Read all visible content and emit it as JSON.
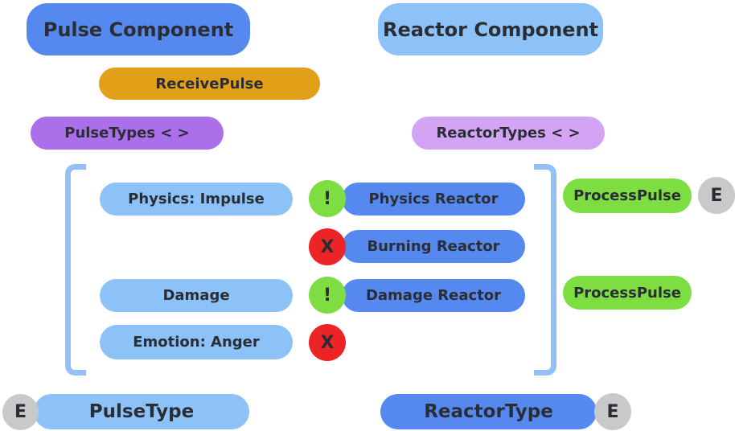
{
  "colors": {
    "background": "#ffffff",
    "medium_blue": "#5589f0",
    "light_blue": "#8cc2f8",
    "orange": "#e2a019",
    "purple": "#aa6fe9",
    "lavender": "#d3a4f4",
    "green": "#7edd40",
    "red": "#ed2426",
    "gray": "#c9c9c9",
    "bracket": "#93c1f6",
    "text": "#2b2d35"
  },
  "pulse": {
    "header": "Pulse Component",
    "receive_method": "ReceivePulse",
    "types_label": "PulseTypes < >",
    "items": [
      "Physics: Impulse",
      "Damage",
      "Emotion: Anger"
    ],
    "base_type": "PulseType"
  },
  "reactor": {
    "header": "Reactor Component",
    "types_label": "ReactorTypes < >",
    "items": [
      "Physics Reactor",
      "Burning Reactor",
      "Damage Reactor"
    ],
    "process_method": "ProcessPulse",
    "base_type": "ReactorType"
  },
  "icons": {
    "match": "!",
    "mismatch": "X",
    "event": "E"
  }
}
